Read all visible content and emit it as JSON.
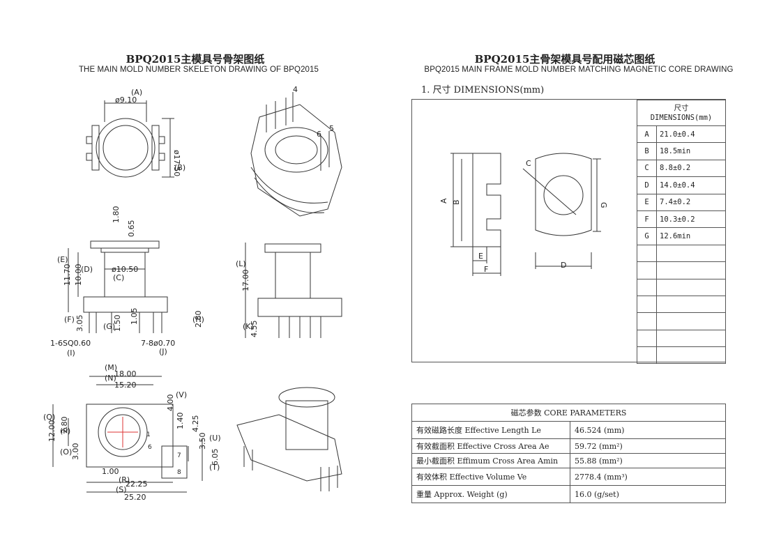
{
  "left": {
    "title_cn": "BPQ2015主模具号骨架图纸",
    "title_en": "THE MAIN MOLD NUMBER SKELETON DRAWING OF BPQ2015",
    "top_view": {
      "dim_a": "ø9.10",
      "tag_a": "(A)",
      "dim_b": "ø17.50",
      "tag_b": "(B)",
      "pin4": "4",
      "pin6": "6",
      "pin5": "5"
    },
    "side_view": {
      "d180": "1.80",
      "d065": "0.65",
      "d1170": "11.70",
      "tag_e": "(E)",
      "d1000": "10.00",
      "tag_d": "(D)",
      "d1050": "ø10.50",
      "tag_c": "(C)",
      "d305": "3.05",
      "tag_f": "(F)",
      "d150": "1.50",
      "tag_g": "(G)",
      "d105": "1.05",
      "d280": "2.80",
      "tag_h": "(H)",
      "pins_i": "1-6SQ0.60",
      "tag_i": "(I)",
      "pins_j": "7-8ø0.70",
      "tag_j": "(J)",
      "d1700": "17.00",
      "tag_l": "(L)",
      "d455": "4.55",
      "tag_k": "(K)"
    },
    "bottom_view": {
      "tag_m": "(M)",
      "d1800": "18.00",
      "tag_n": "(N)",
      "d1520": "15.20",
      "d400": "4.00",
      "tag_v": "(V)",
      "d140": "1.40",
      "d425": "4.25",
      "tag_q": "(Q)",
      "d1200": "12.00",
      "tag_p": "(P)",
      "d280b": "2.80",
      "tag_o": "(O)",
      "d300": "3.00",
      "d350": "3.50",
      "tag_u": "(U)",
      "d605": "6.05",
      "tag_t": "(T)",
      "d100": "1.00",
      "tag_r": "(R)",
      "d2225": "22.25",
      "tag_s": "(S)",
      "d2520": "25.20",
      "p1": "1",
      "p6": "6",
      "p7": "7",
      "p8": "8"
    }
  },
  "right": {
    "title_cn": "BPQ2015主骨架模具号配用磁芯图纸",
    "title_en": "BPQ2015 MAIN FRAME MOLD NUMBER MATCHING MAGNETIC CORE DRAWING",
    "section_label": "1. 尺寸 DIMENSIONS(mm)",
    "core_labels": {
      "A": "A",
      "B": "B",
      "C": "C",
      "D": "D",
      "E": "E",
      "F": "F",
      "G": "G"
    },
    "dim_table": {
      "header_cn": "尺寸",
      "header_en": "DIMENSIONS(mm)",
      "rows": [
        {
          "key": "A",
          "value": "21.0±0.4"
        },
        {
          "key": "B",
          "value": "18.5min"
        },
        {
          "key": "C",
          "value": "8.8±0.2"
        },
        {
          "key": "D",
          "value": "14.0±0.4"
        },
        {
          "key": "E",
          "value": "7.4±0.2"
        },
        {
          "key": "F",
          "value": "10.3±0.2"
        },
        {
          "key": "G",
          "value": "12.6min"
        }
      ]
    },
    "core_params": {
      "header": "磁芯参数    CORE PARAMETERS",
      "rows": [
        {
          "label": "有效磁路长度 Effective Length  Le",
          "value": "46.524  (mm)"
        },
        {
          "label": "有效截面积 Effective Cross Area Ae",
          "value": "59.72  (mm²)"
        },
        {
          "label": "最小截面积 Effimum Cross Area Amin",
          "value": "55.88  (mm²)"
        },
        {
          "label": "有效体积 Effective Volume Ve",
          "value": "2778.4  (mm³)"
        },
        {
          "label": "重量 Approx. Weight (g)",
          "value": "16.0  (g/set)"
        }
      ]
    }
  }
}
